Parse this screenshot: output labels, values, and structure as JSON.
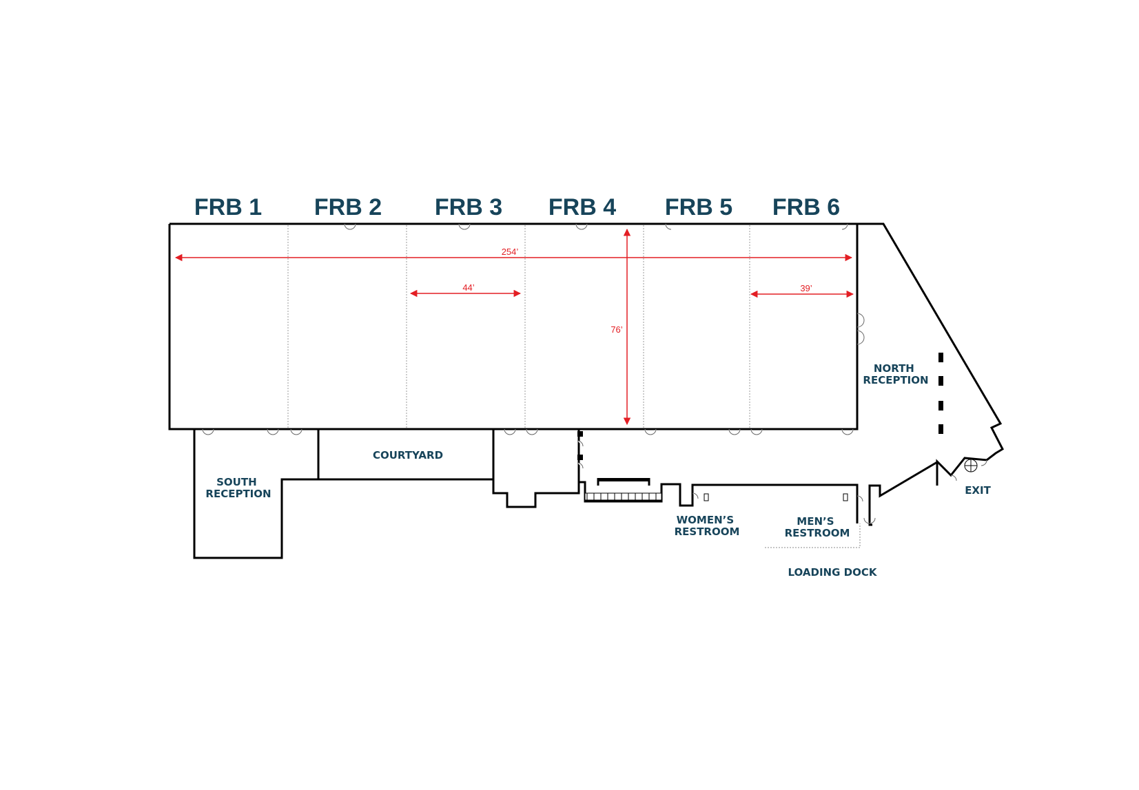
{
  "rooms": {
    "frb1": "FRB 1",
    "frb2": "FRB 2",
    "frb3": "FRB 3",
    "frb4": "FRB 4",
    "frb5": "FRB 5",
    "frb6": "FRB 6"
  },
  "dimensions": {
    "total_length": "254’",
    "bay_width": "44’",
    "end_bay_width": "39’",
    "depth": "76’"
  },
  "areas": {
    "courtyard": "COURTYARD",
    "south_reception": [
      "SOUTH",
      "RECEPTION"
    ],
    "north_reception": [
      "NORTH",
      "RECEPTION"
    ],
    "womens_restroom": [
      "WOMEN’S",
      "RESTROOM"
    ],
    "mens_restroom": [
      "MEN’S",
      "RESTROOM"
    ],
    "loading_dock": "LOADING DOCK",
    "exit": "EXIT"
  },
  "colors": {
    "label": "#17445a",
    "dimension": "#e31e24",
    "wall": "#000000"
  }
}
